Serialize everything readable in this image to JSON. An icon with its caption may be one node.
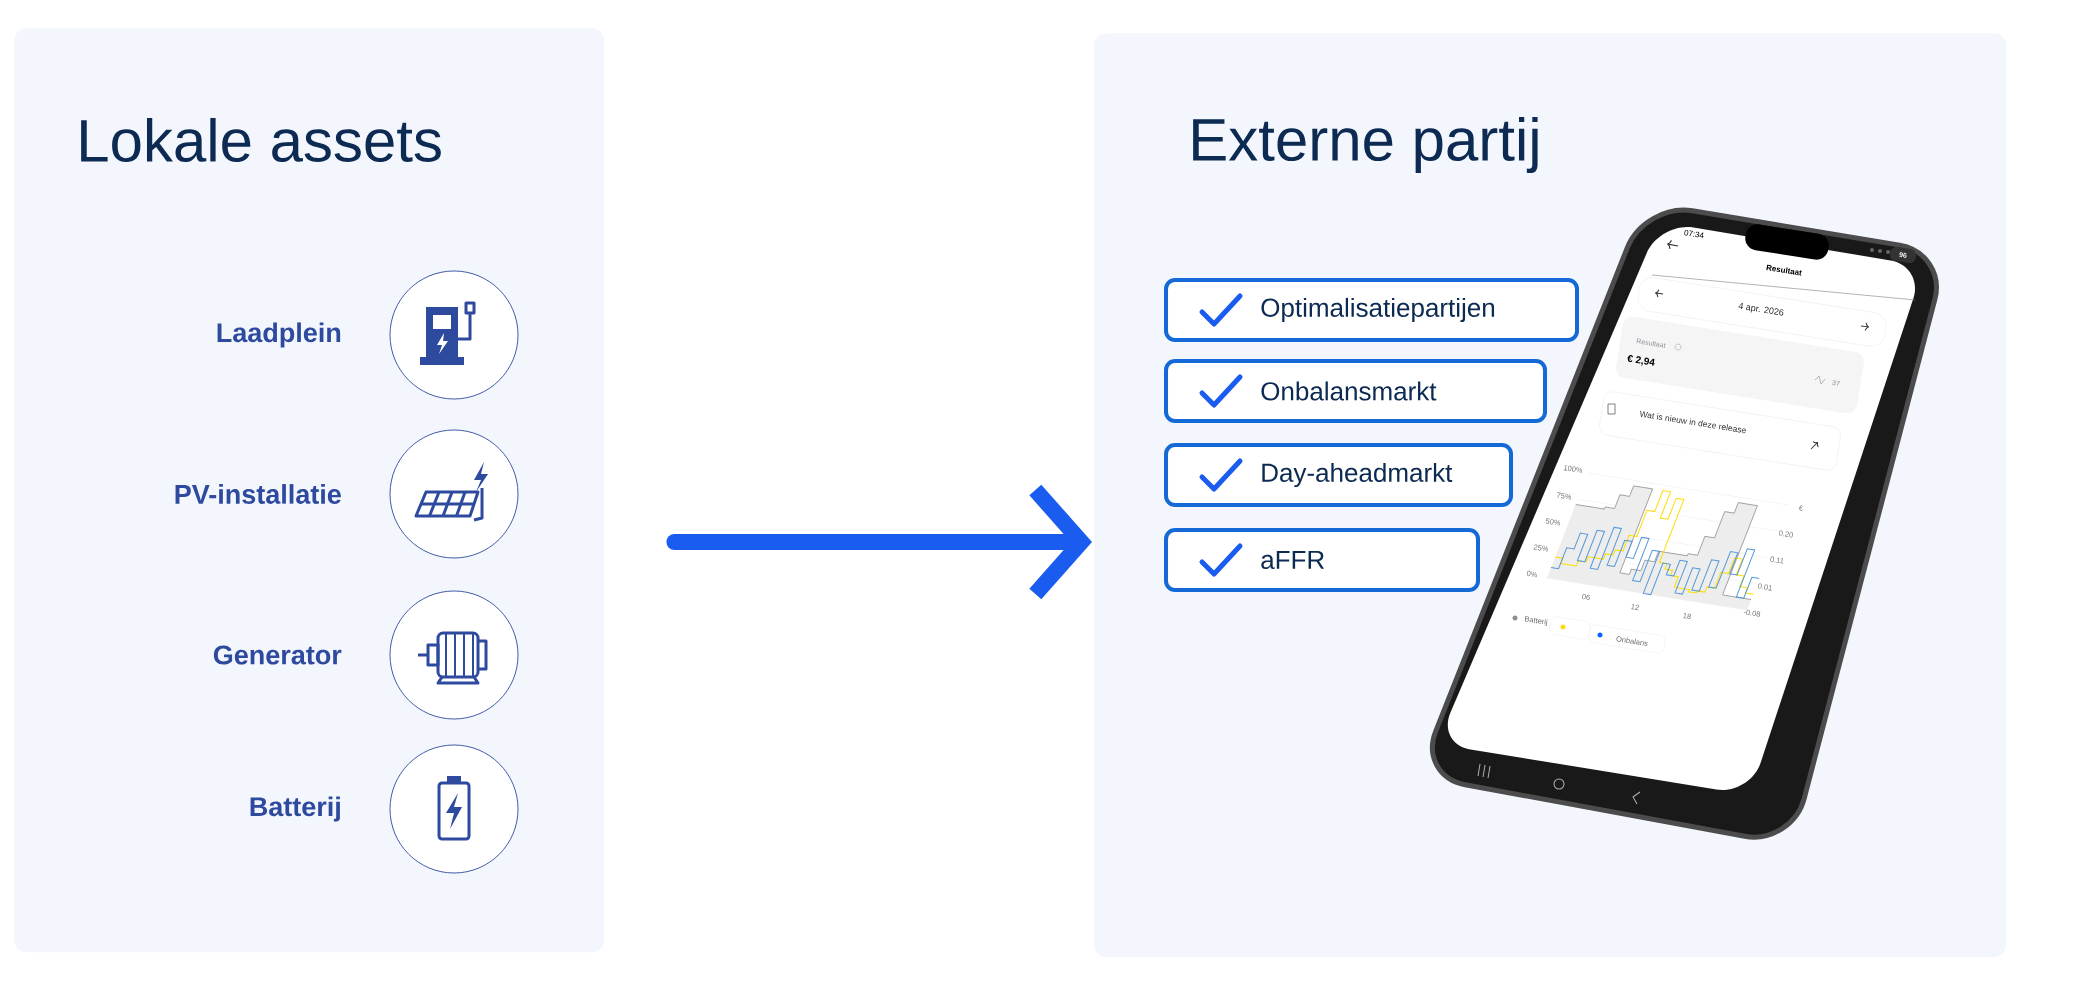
{
  "diagram": {
    "nodes": [
      {
        "text": [
          "Lokale assets"
        ]
      },
      {
        "text": [],
        "shape": "circle",
        "in": 0,
        "beside": [
          "Laadplein"
        ]
      },
      {
        "text": [],
        "shape": "circle",
        "in": 0,
        "beside": [
          "PV-installatie"
        ]
      },
      {
        "text": [],
        "shape": "circle",
        "in": 0,
        "beside": [
          "Generator"
        ]
      },
      {
        "text": [],
        "shape": "circle",
        "in": 0,
        "beside": [
          "Batterij"
        ]
      },
      {
        "text": [
          "Externe partij"
        ]
      },
      {
        "text": [
          "Optimalisatiepartijen"
        ],
        "in": 5
      },
      {
        "text": [
          "Onbalansmarkt"
        ],
        "in": 5
      },
      {
        "text": [
          "Day-aheadmarkt"
        ],
        "in": 5
      },
      {
        "text": [
          "aFFR"
        ],
        "in": 5
      }
    ],
    "edges": [
      {
        "from": 0,
        "to": 5,
        "arrow": "to"
      }
    ],
    "labels": [
      "07:34",
      "Resultaat",
      "96",
      "4 apr. 2026",
      "Resultaat",
      "€ 2,94",
      "37",
      "Wat is nieuw in deze release",
      "100%",
      "75%",
      "€",
      "50%",
      "0.20",
      "25%",
      "0.11",
      "0%",
      "0.01",
      "06",
      "12",
      "-0.08",
      "18",
      "Batterij",
      "Onbalans"
    ]
  }
}
